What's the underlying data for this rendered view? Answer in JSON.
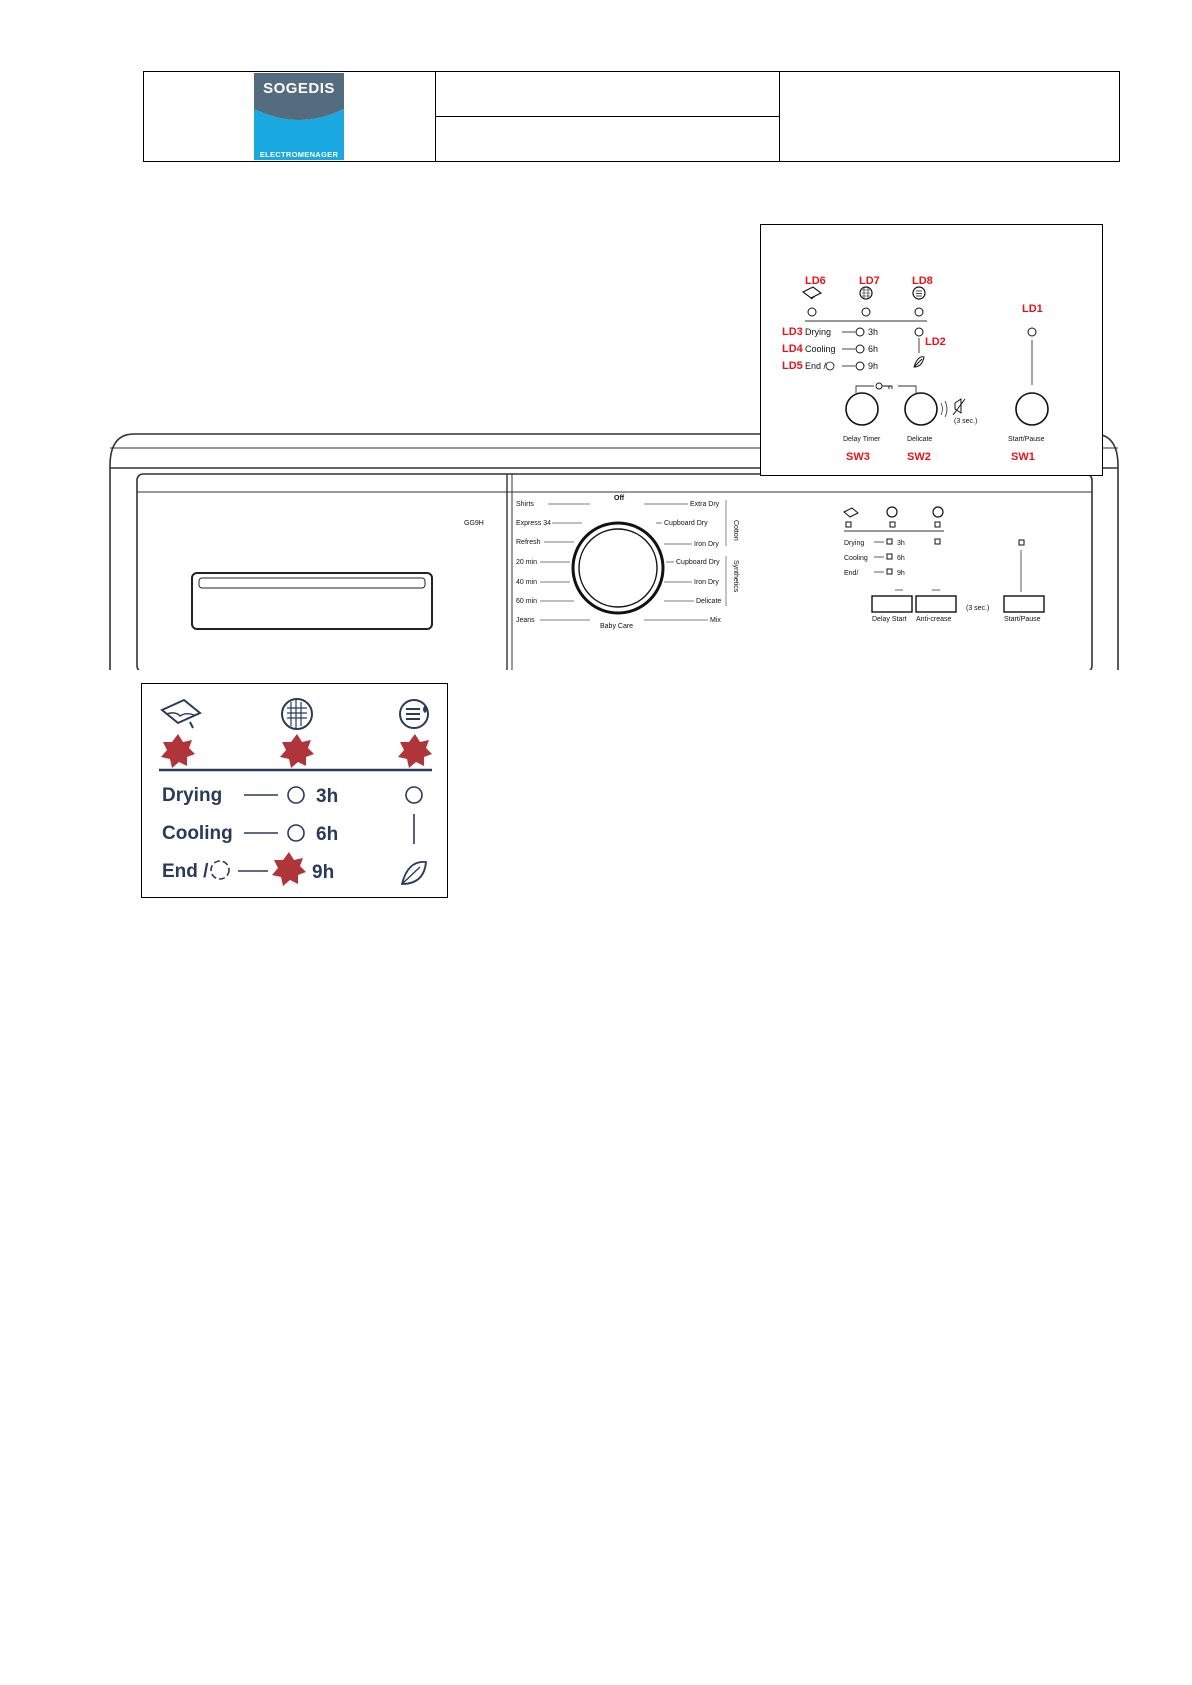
{
  "header": {
    "logo_top": "SOGEDIS",
    "logo_bottom": "ELECTROMENAGER",
    "logo_top_color": "#536d7f",
    "logo_bottom_color": "#1aa8e0"
  },
  "detail_panel": {
    "leds": {
      "ld6": "LD6",
      "ld7": "LD7",
      "ld8": "LD8",
      "ld1": "LD1",
      "ld3": "LD3",
      "ld4": "LD4",
      "ld5": "LD5",
      "ld2": "LD2"
    },
    "rows": {
      "drying": "Drying",
      "cooling": "Cooling",
      "end": "End /"
    },
    "times": {
      "t3": "3h",
      "t6": "6h",
      "t9": "9h"
    },
    "buttons": {
      "delay": "Delay Timer",
      "delicate": "Delicate",
      "start": "Start/Pause"
    },
    "buttons_note": "(3 sec.)",
    "switches": {
      "sw3": "SW3",
      "sw2": "SW2",
      "sw1": "SW1"
    }
  },
  "machine": {
    "model": "GG9H",
    "off_label": "Off",
    "baby_care": "Baby Care",
    "left_programs": [
      "Shirts",
      "Express 34",
      "Refresh",
      "20 min",
      "40 min",
      "60 min",
      "Jeans"
    ],
    "right_programs": [
      "Extra Dry",
      "Cupboard Dry",
      "Iron Dry",
      "Cupboard Dry",
      "Iron Dry",
      "Delicate",
      "Mix"
    ],
    "group_cotton": "Cotton",
    "group_synthetics": "Synthetics",
    "rows": {
      "drying": "Drying",
      "cooling": "Cooling",
      "end": "End/"
    },
    "times": {
      "t3": "3h",
      "t6": "6h",
      "t9": "9h"
    },
    "buttons": {
      "delay": "Delay Start",
      "anti": "Anti-crease",
      "start": "Start/Pause"
    },
    "buttons_note": "(3 sec.)"
  },
  "zoom": {
    "rows": {
      "drying": "Drying",
      "cooling": "Cooling",
      "end": "End /"
    },
    "times": {
      "t3": "3h",
      "t6": "6h",
      "t9": "9h"
    },
    "lit_color": "#b0353a"
  }
}
